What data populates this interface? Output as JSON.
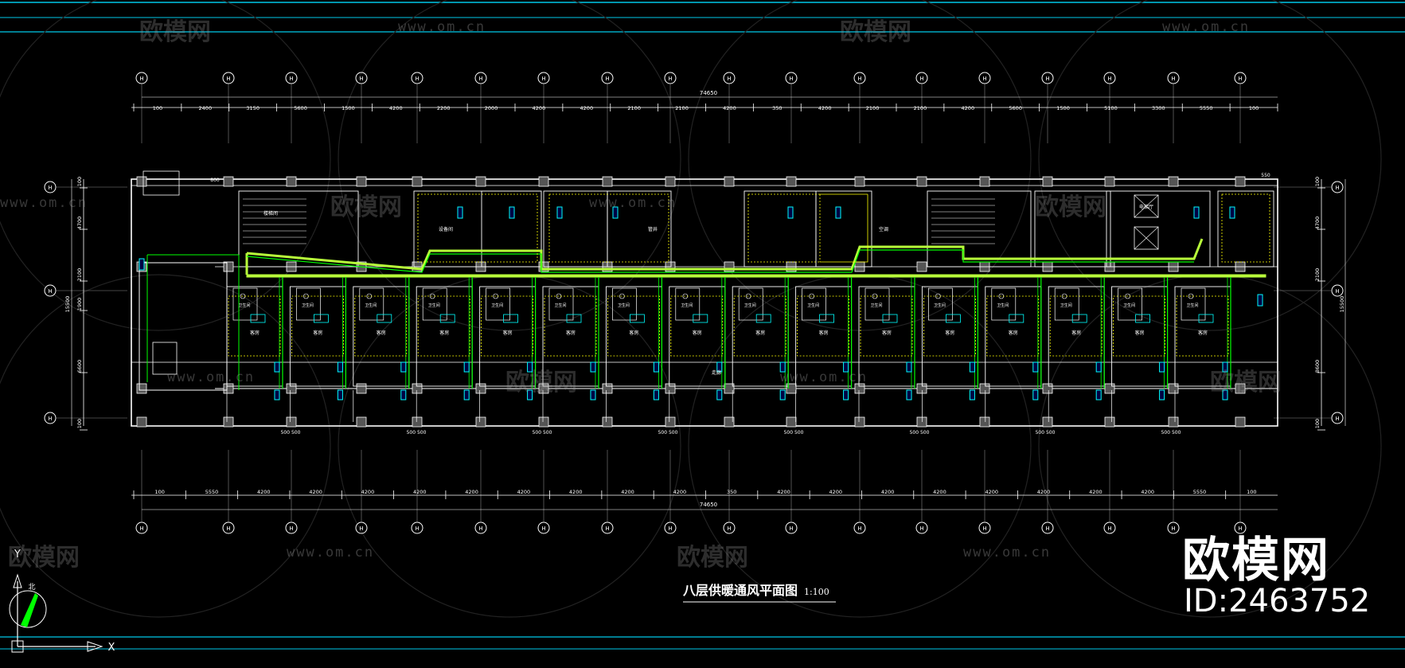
{
  "drawing": {
    "title": "八层供暖通风平面图",
    "scale": "1:100",
    "overall_dimension": "74650",
    "top_dims": [
      "100",
      "2400",
      "3150",
      "5600",
      "1500",
      "4200",
      "2200",
      "2000",
      "4200",
      "4200",
      "2100",
      "2100",
      "4200",
      "350",
      "4200",
      "2100",
      "2100",
      "4200",
      "5600",
      "1500",
      "5100",
      "3300",
      "5550",
      "100"
    ],
    "bottom_dims": [
      "100",
      "5550",
      "4200",
      "4200",
      "4200",
      "4200",
      "4200",
      "4200",
      "4200",
      "4200",
      "4200",
      "350",
      "4200",
      "4200",
      "4200",
      "4200",
      "4200",
      "4200",
      "4200",
      "4200",
      "5550",
      "100"
    ],
    "left_dims": [
      "100",
      "4700",
      "2100",
      "1900",
      "6600",
      "100",
      "15500"
    ],
    "right_dims": [
      "100",
      "4700",
      "2100",
      "8600",
      "100",
      "15500"
    ],
    "axis_label": "H",
    "room_labels": [
      "客房",
      "卫生间",
      "走廊",
      "楼梯间",
      "电梯厅",
      "设备间",
      "管井",
      "空调"
    ],
    "dim_labels": [
      "800",
      "500 500",
      "550"
    ]
  },
  "watermark": {
    "brand": "欧模网",
    "url": "www.om.cn",
    "id_label": "ID:2463752"
  },
  "ucs": {
    "x_label": "X",
    "y_label": "Y"
  },
  "colors": {
    "background": "#000000",
    "wall": "#ffffff",
    "pipe": "#00ff00",
    "pipe_bright": "#b8ff3a",
    "duct_yellow": "#ffff00",
    "equipment_cyan": "#00ffff",
    "grid": "#ffffff",
    "frame": "#00c8e8"
  }
}
